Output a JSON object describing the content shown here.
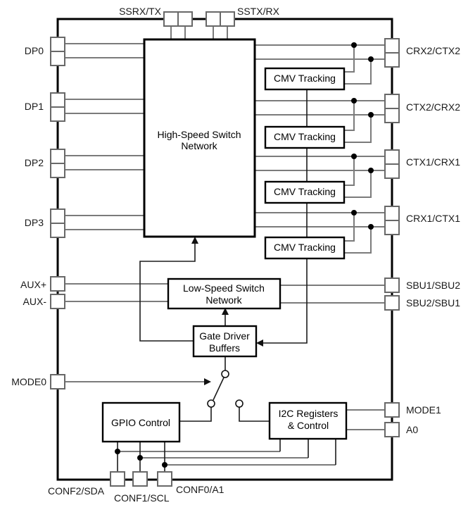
{
  "diagram": {
    "pins": {
      "top": [
        {
          "label": "SSRX/TX"
        },
        {
          "label": "SSTX/RX"
        }
      ],
      "left": [
        {
          "label": "DP0"
        },
        {
          "label": "DP1"
        },
        {
          "label": "DP2"
        },
        {
          "label": "DP3"
        },
        {
          "label": "AUX+"
        },
        {
          "label": "AUX-"
        },
        {
          "label": "MODE0"
        }
      ],
      "right": [
        {
          "label": "CRX2/CTX2"
        },
        {
          "label": "CTX2/CRX2"
        },
        {
          "label": "CTX1/CRX1"
        },
        {
          "label": "CRX1/CTX1"
        },
        {
          "label": "SBU1/SBU2"
        },
        {
          "label": "SBU2/SBU1"
        },
        {
          "label": "MODE1"
        },
        {
          "label": "A0"
        }
      ],
      "bottom": [
        {
          "label": "CONF2/SDA"
        },
        {
          "label": "CONF1/SCL"
        },
        {
          "label": "CONF0/A1"
        }
      ]
    },
    "blocks": {
      "high_speed_switch": {
        "line1": "High-Speed Switch",
        "line2": "Network"
      },
      "cmv": [
        {
          "label": "CMV Tracking"
        },
        {
          "label": "CMV Tracking"
        },
        {
          "label": "CMV Tracking"
        },
        {
          "label": "CMV Tracking"
        }
      ],
      "low_speed_switch": {
        "line1": "Low-Speed Switch",
        "line2": "Network"
      },
      "gate_driver": {
        "line1": "Gate Driver",
        "line2": "Buffers"
      },
      "gpio": {
        "label": "GPIO Control"
      },
      "i2c": {
        "line1": "I2C Registers",
        "line2": "& Control"
      }
    },
    "colors": {
      "ink": "#000000",
      "net_line": "#7b7b7b",
      "pin_box_border": "#686868",
      "background": "#ffffff"
    }
  }
}
